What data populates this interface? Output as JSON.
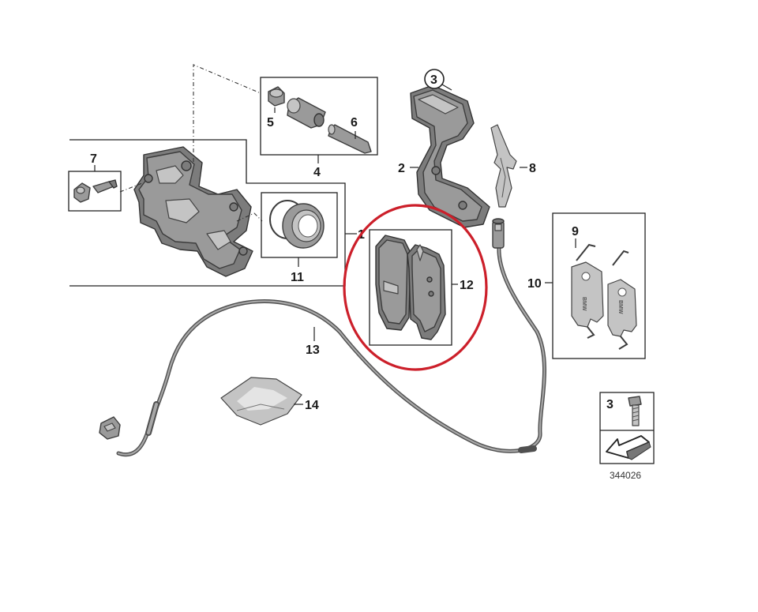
{
  "callouts": {
    "c1": "1",
    "c2": "2",
    "c3": "3",
    "c4": "4",
    "c5": "5",
    "c6": "6",
    "c7": "7",
    "c8": "8",
    "c9": "9",
    "c10": "10",
    "c11": "11",
    "c12": "12",
    "c13": "13",
    "c14": "14"
  },
  "legend": {
    "callout": "3"
  },
  "reference_number": "344026",
  "colors": {
    "highlight": "#cc1f2a",
    "part": "#9a9a9a",
    "outline": "#222222"
  },
  "icons": [
    "bolt-icon",
    "arrow-icon",
    "bmw-logo-icon"
  ]
}
